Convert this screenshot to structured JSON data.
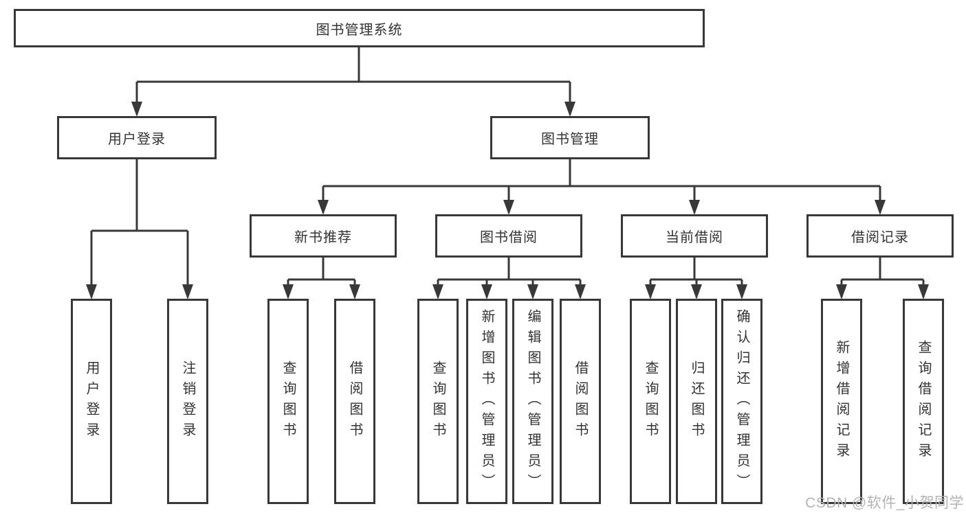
{
  "diagram": {
    "tree": {
      "root": "图书管理系统",
      "branches": [
        {
          "label": "用户登录",
          "children": [
            {
              "label": "用户登录"
            },
            {
              "label": "注销登录"
            }
          ]
        },
        {
          "label": "图书管理",
          "children": [
            {
              "label": "新书推荐",
              "children": [
                {
                  "label": "查询图书"
                },
                {
                  "label": "借阅图书"
                }
              ]
            },
            {
              "label": "图书借阅",
              "children": [
                {
                  "label": "查询图书"
                },
                {
                  "label": "新增图书（管理员）"
                },
                {
                  "label": "编辑图书（管理员）"
                },
                {
                  "label": "借阅图书"
                }
              ]
            },
            {
              "label": "当前借阅",
              "children": [
                {
                  "label": "查询图书"
                },
                {
                  "label": "归还图书"
                },
                {
                  "label": "确认归还（管理员）"
                }
              ]
            },
            {
              "label": "借阅记录",
              "children": [
                {
                  "label": "新增借阅记录"
                },
                {
                  "label": "查询借阅记录"
                }
              ]
            }
          ]
        }
      ]
    },
    "colors": {
      "line": "#383838",
      "text": "#333333",
      "background": "#ffffff",
      "watermark": "#b3b3b3"
    }
  },
  "watermark": {
    "text": "CSDN @软件_小贺同学"
  }
}
